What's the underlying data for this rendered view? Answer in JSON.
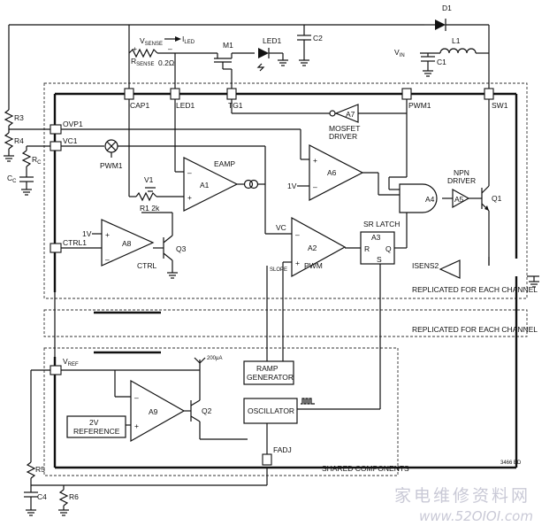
{
  "components": {
    "d1": "D1",
    "l1": "L1",
    "c1": "C1",
    "c2": "C2",
    "m1": "M1",
    "led1": "LED1",
    "rsense_val": "0.2Ω",
    "vin_main": "V",
    "vin_sub": "IN",
    "vsense_main": "V",
    "vsense_sub": "SENSE",
    "iled_main": "I",
    "iled_sub": "LED",
    "rsense_main": "R",
    "rsense_sub": "SENSE",
    "r3": "R3",
    "r4": "R4",
    "rc_main": "R",
    "rc_sub": "C",
    "cc_main": "C",
    "cc_sub": "C",
    "r5": "R5",
    "r6": "R6",
    "c4": "C4",
    "q1": "Q1",
    "q2": "Q2",
    "q3": "Q3",
    "v1": "V1",
    "r1": "R1 2k",
    "one_v_a6": "1V",
    "one_v_a8": "1V",
    "plus": "+",
    "minus": "–"
  },
  "pins": {
    "cap1": "CAP1",
    "led1": "LED1",
    "tg1": "TG1",
    "pwm1": "PWM1",
    "sw1": "SW1",
    "ovp1": "OVP1",
    "vc1": "VC1",
    "ctrl1": "CTRL1",
    "vref_main": "V",
    "vref_sub": "REF",
    "fadj": "FADJ"
  },
  "blocks": {
    "eamp": "EAMP",
    "a1": "A1",
    "a2": "A2",
    "a4": "A4",
    "a5": "A5",
    "a6": "A6",
    "a7": "A7",
    "a8": "A8",
    "a9": "A9",
    "a3": "A3",
    "mosfet_driver_1": "MOSFET",
    "mosfet_driver_2": "DRIVER",
    "npn_driver_1": "NPN",
    "npn_driver_2": "DRIVER",
    "sr_latch": "SR LATCH",
    "r": "R",
    "s": "S",
    "q": "Q",
    "pwm": "PWM",
    "ctrl": "CTRL",
    "vc": "VC",
    "slope": "SLOPE",
    "ramp_generator_1": "RAMP",
    "ramp_generator_2": "GENERATOR",
    "oscillator": "OSCILLATOR",
    "ref_1": "2V",
    "ref_2": "REFERENCE",
    "pwm1_node": "PWM1",
    "isens2": "ISENS2",
    "current_200": "200μA"
  },
  "sections": {
    "replicated_1": "REPLICATED FOR EACH CHANNEL",
    "replicated_2": "REPLICATED FOR EACH CHANNEL",
    "shared": "SHARED COMPONENTS",
    "code": "3466 BD"
  },
  "watermark": {
    "chinese": "家电维修资料网",
    "url": "www.52OIOI.com"
  }
}
